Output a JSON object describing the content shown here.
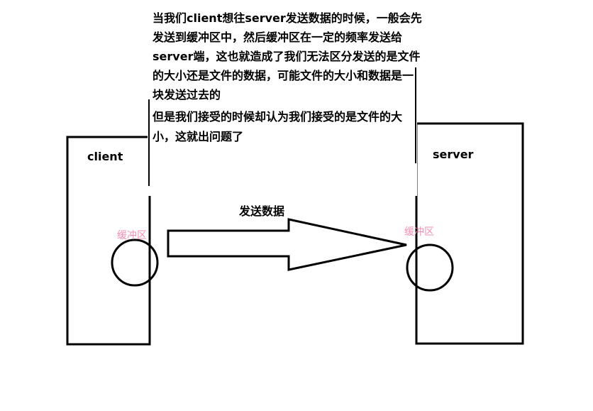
{
  "description": {
    "lines": [
      "当我们client想往server发送数据的时候，一般会先",
      "发送到缓冲区中，然后缓冲区在一定的频率发送给",
      "server端，这也就造成了我们无法区分发送的是文件",
      "的大小还是文件的数据，可能文件的大小和数据是一",
      "块发送过去的",
      "但是我们接受的时候却认为我们接受的是文件的大",
      "小，这就出问题了"
    ]
  },
  "client": {
    "label": "client",
    "buffer_label": "缓冲区"
  },
  "server": {
    "label": "server",
    "buffer_label": "缓冲区"
  },
  "arrow": {
    "label": "发送数据"
  },
  "colors": {
    "stroke": "#000000",
    "text": "#000000",
    "buffer_label": "#f58fb1",
    "background": "#ffffff"
  }
}
